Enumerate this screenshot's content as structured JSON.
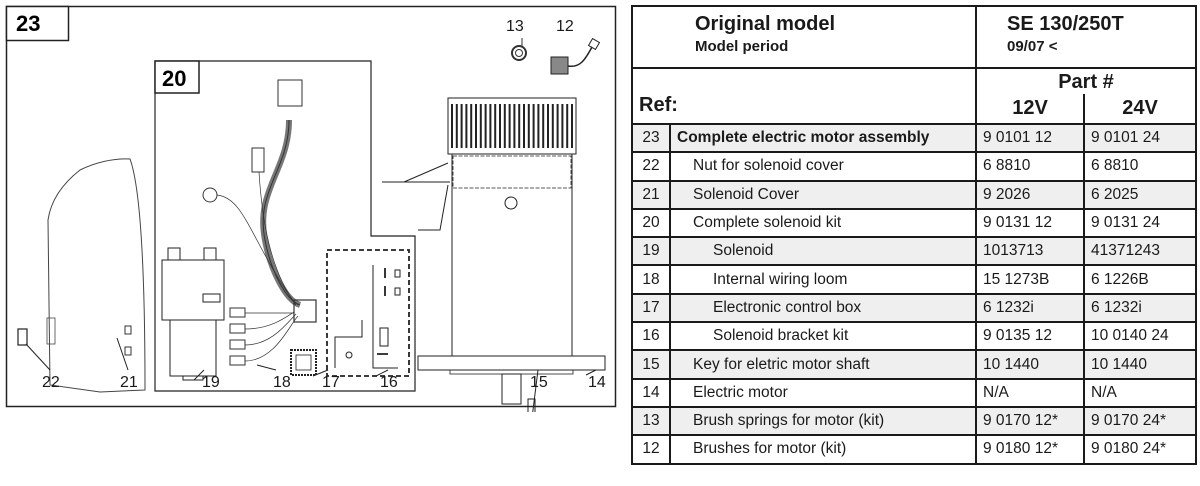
{
  "diagram": {
    "assembly_label": "23",
    "kit_label": "20",
    "callouts": [
      "22",
      "21",
      "19",
      "18",
      "17",
      "16",
      "15",
      "14",
      "13",
      "12"
    ]
  },
  "table": {
    "header": {
      "title": "Original model",
      "subtitle": "Model period",
      "model": "SE 130/250T",
      "period": "09/07 <",
      "ref_label": "Ref:",
      "part_label": "Part #",
      "col_12v": "12V",
      "col_24v": "24V"
    },
    "rows": [
      {
        "ref": "23",
        "desc": "Complete electric motor assembly",
        "p12": "9 0101 12",
        "p24": "9 0101 24"
      },
      {
        "ref": "22",
        "desc": "Nut for solenoid cover",
        "p12": "6 8810",
        "p24": "6 8810"
      },
      {
        "ref": "21",
        "desc": "Solenoid Cover",
        "p12": "9 2026",
        "p24": "6 2025"
      },
      {
        "ref": "20",
        "desc": "Complete solenoid kit",
        "p12": "9 0131 12",
        "p24": "9 0131 24"
      },
      {
        "ref": "19",
        "desc": "Solenoid",
        "p12": "1013713",
        "p24": "41371243"
      },
      {
        "ref": "18",
        "desc": "Internal wiring loom",
        "p12": "15 1273B",
        "p24": "6 1226B"
      },
      {
        "ref": "17",
        "desc": "Electronic control box",
        "p12": "6 1232i",
        "p24": "6 1232i"
      },
      {
        "ref": "16",
        "desc": "Solenoid bracket kit",
        "p12": "9 0135 12",
        "p24": "10 0140 24"
      },
      {
        "ref": "15",
        "desc": "Key for eletric motor shaft",
        "p12": "10 1440",
        "p24": "10 1440"
      },
      {
        "ref": "14",
        "desc": "Electric motor",
        "p12": "N/A",
        "p24": "N/A"
      },
      {
        "ref": "13",
        "desc": "Brush springs for motor (kit)",
        "p12": "9 0170 12*",
        "p24": "9 0170 24*"
      },
      {
        "ref": "12",
        "desc": "Brushes for motor (kit)",
        "p12": "9 0180 12*",
        "p24": "9 0180 24*"
      }
    ]
  }
}
